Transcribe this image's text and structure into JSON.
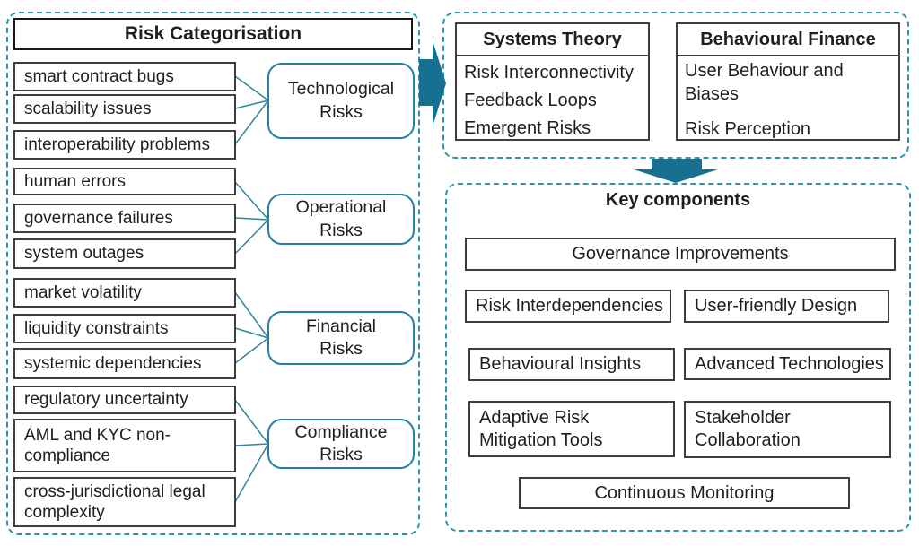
{
  "colors": {
    "dashed_panel_border": "#2d95aa",
    "arrow_fill": "#17708f",
    "risk_box_border": "#2380a0",
    "connector_line": "#2e86a0",
    "item_box_border": "#3d3d3d",
    "text": "#1f1f1f"
  },
  "icons": {
    "flow_right": "block-arrow-right",
    "flow_down": "block-arrow-down"
  },
  "left_panel": {
    "title": "Risk Categorisation",
    "groups": [
      {
        "risk": "Technological\nRisks",
        "items": [
          "smart contract bugs",
          "scalability issues",
          "interoperability problems"
        ]
      },
      {
        "risk": "Operational\nRisks",
        "items": [
          "human errors",
          "governance failures",
          "system outages"
        ]
      },
      {
        "risk": "Financial\nRisks",
        "items": [
          "market volatility",
          "liquidity constraints",
          "systemic dependencies"
        ]
      },
      {
        "risk": "Compliance\nRisks",
        "items": [
          "regulatory uncertainty",
          "AML and KYC non-compliance",
          "cross-jurisdictional legal complexity"
        ]
      }
    ]
  },
  "theory_panel": {
    "boxes": [
      {
        "title": "Systems Theory",
        "items": [
          "Risk Interconnectivity",
          "Feedback Loops",
          "Emergent Risks"
        ]
      },
      {
        "title": "Behavioural Finance",
        "items": [
          "User Behaviour and Biases",
          "Risk Perception"
        ]
      }
    ]
  },
  "key_components": {
    "title": "Key components",
    "boxes": [
      "Governance Improvements",
      "Risk Interdependencies",
      "User-friendly Design",
      "Behavioural Insights",
      "Advanced Technologies",
      "Adaptive Risk Mitigation Tools",
      "Stakeholder Collaboration",
      "Continuous Monitoring"
    ]
  }
}
